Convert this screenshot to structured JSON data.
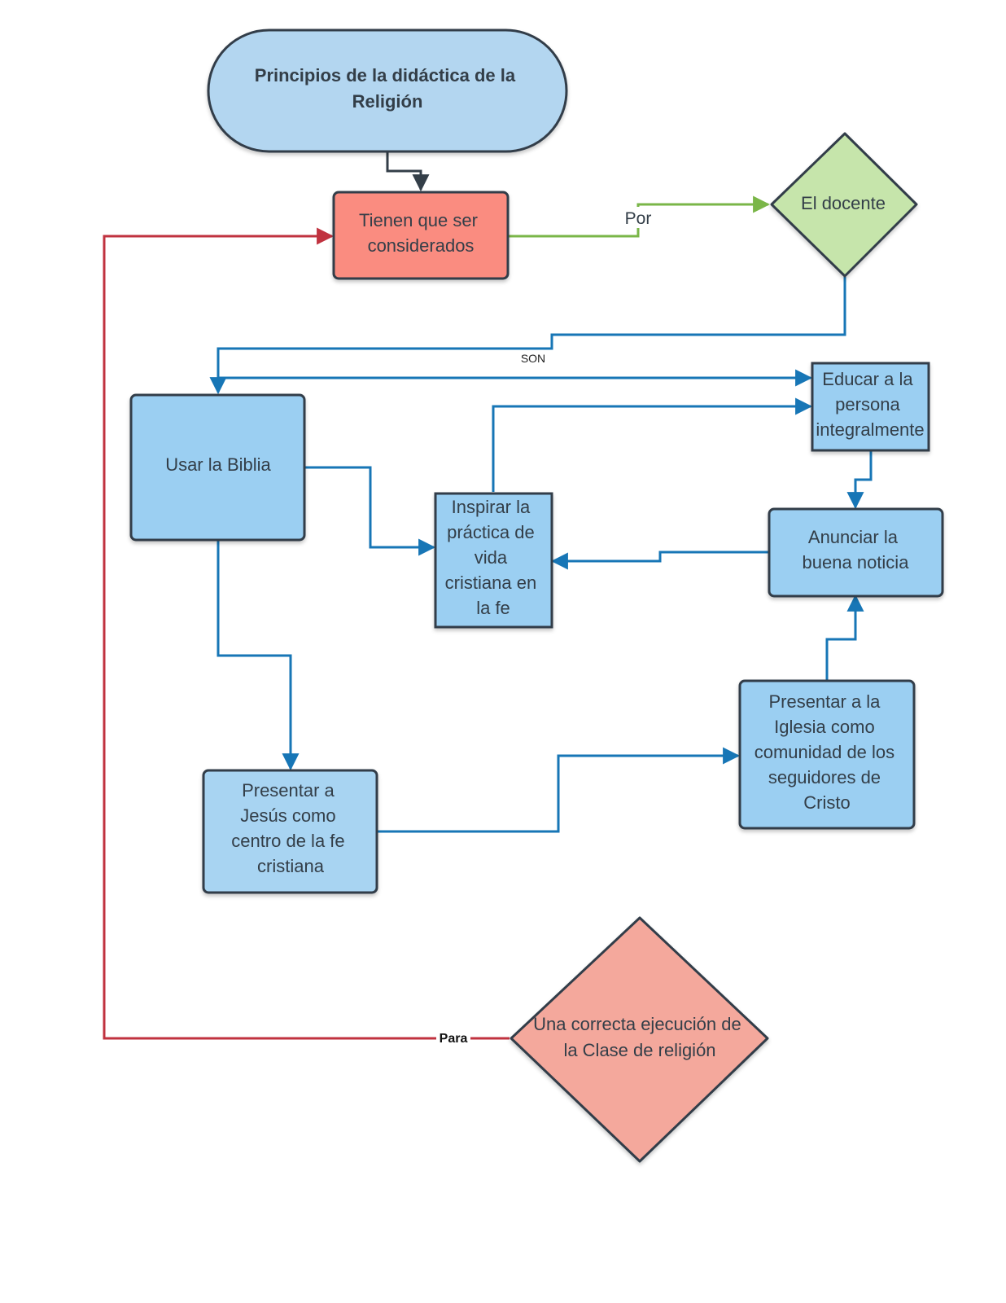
{
  "colors": {
    "stroke": "#333e48",
    "start_fill": "#b3d6f0",
    "box_fill": "#9bcff2",
    "box_light_fill": "#a8d4f2",
    "salmon_fill": "#fa8c80",
    "diamond_green_fill": "#c6e5ab",
    "diamond_salmon_fill": "#f4a89c",
    "blue_edge": "#1776b6",
    "green_edge": "#7ab648",
    "red_edge": "#c0323f",
    "dark_edge": "#333e48"
  },
  "nodes": {
    "principios": {
      "lines": [
        "Principios de la didáctica de la",
        "Religión"
      ]
    },
    "tienen": {
      "lines": [
        "Tienen que ser",
        "considerados"
      ]
    },
    "docente": {
      "lines": [
        "El docente"
      ]
    },
    "biblia": {
      "lines": [
        "Usar la Biblia"
      ]
    },
    "educar": {
      "lines": [
        "Educar a la",
        "persona",
        "integralmente"
      ]
    },
    "inspirar": {
      "lines": [
        "Inspirar la",
        "práctica de",
        "vida",
        "cristiana en",
        "la fe"
      ]
    },
    "anunciar": {
      "lines": [
        "Anunciar la",
        "buena noticia"
      ]
    },
    "iglesia": {
      "lines": [
        "Presentar a la",
        "Iglesia como",
        "comunidad de los",
        "seguidores de",
        "Cristo"
      ]
    },
    "jesus": {
      "lines": [
        "Presentar a",
        "Jesús como",
        "centro de la fe",
        "cristiana"
      ]
    },
    "ejecucion": {
      "lines": [
        "Una correcta ejecución de",
        "la Clase de religión"
      ]
    }
  },
  "edge_labels": {
    "por": "Por",
    "son": "SON",
    "para": "Para"
  }
}
